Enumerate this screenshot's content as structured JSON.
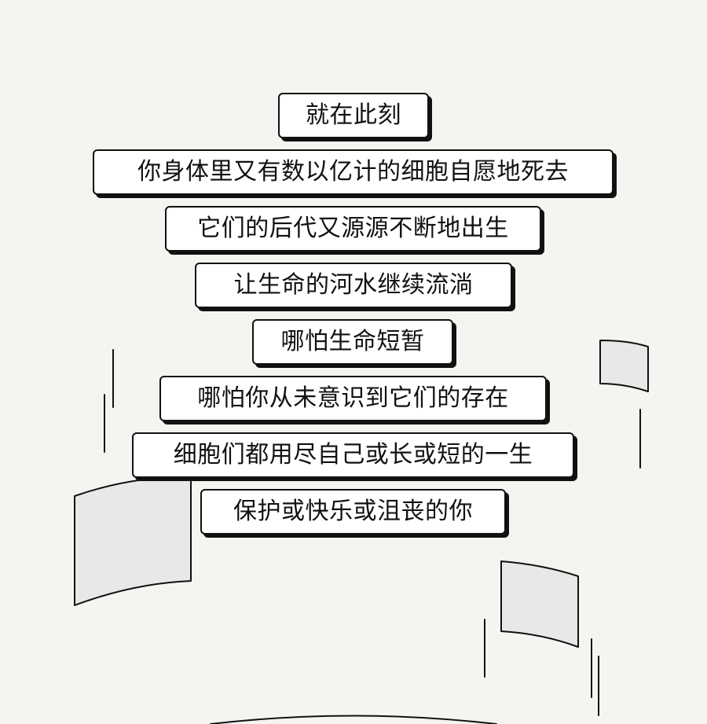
{
  "colors": {
    "background": "#f5f4f0",
    "bubble_fill": "#ffffff",
    "outline": "#111111",
    "panel_fill": "#e8e8e8"
  },
  "captions": [
    "就在此刻",
    "你身体里又有数以亿计的细胞自愿地死去",
    "它们的后代又源源不断地出生",
    "让生命的河水继续流淌",
    "哪怕生命短暂",
    "哪怕你从未意识到它们的存在",
    "细胞们都用尽自己或长或短的一生",
    "保护或快乐或沮丧的你"
  ]
}
